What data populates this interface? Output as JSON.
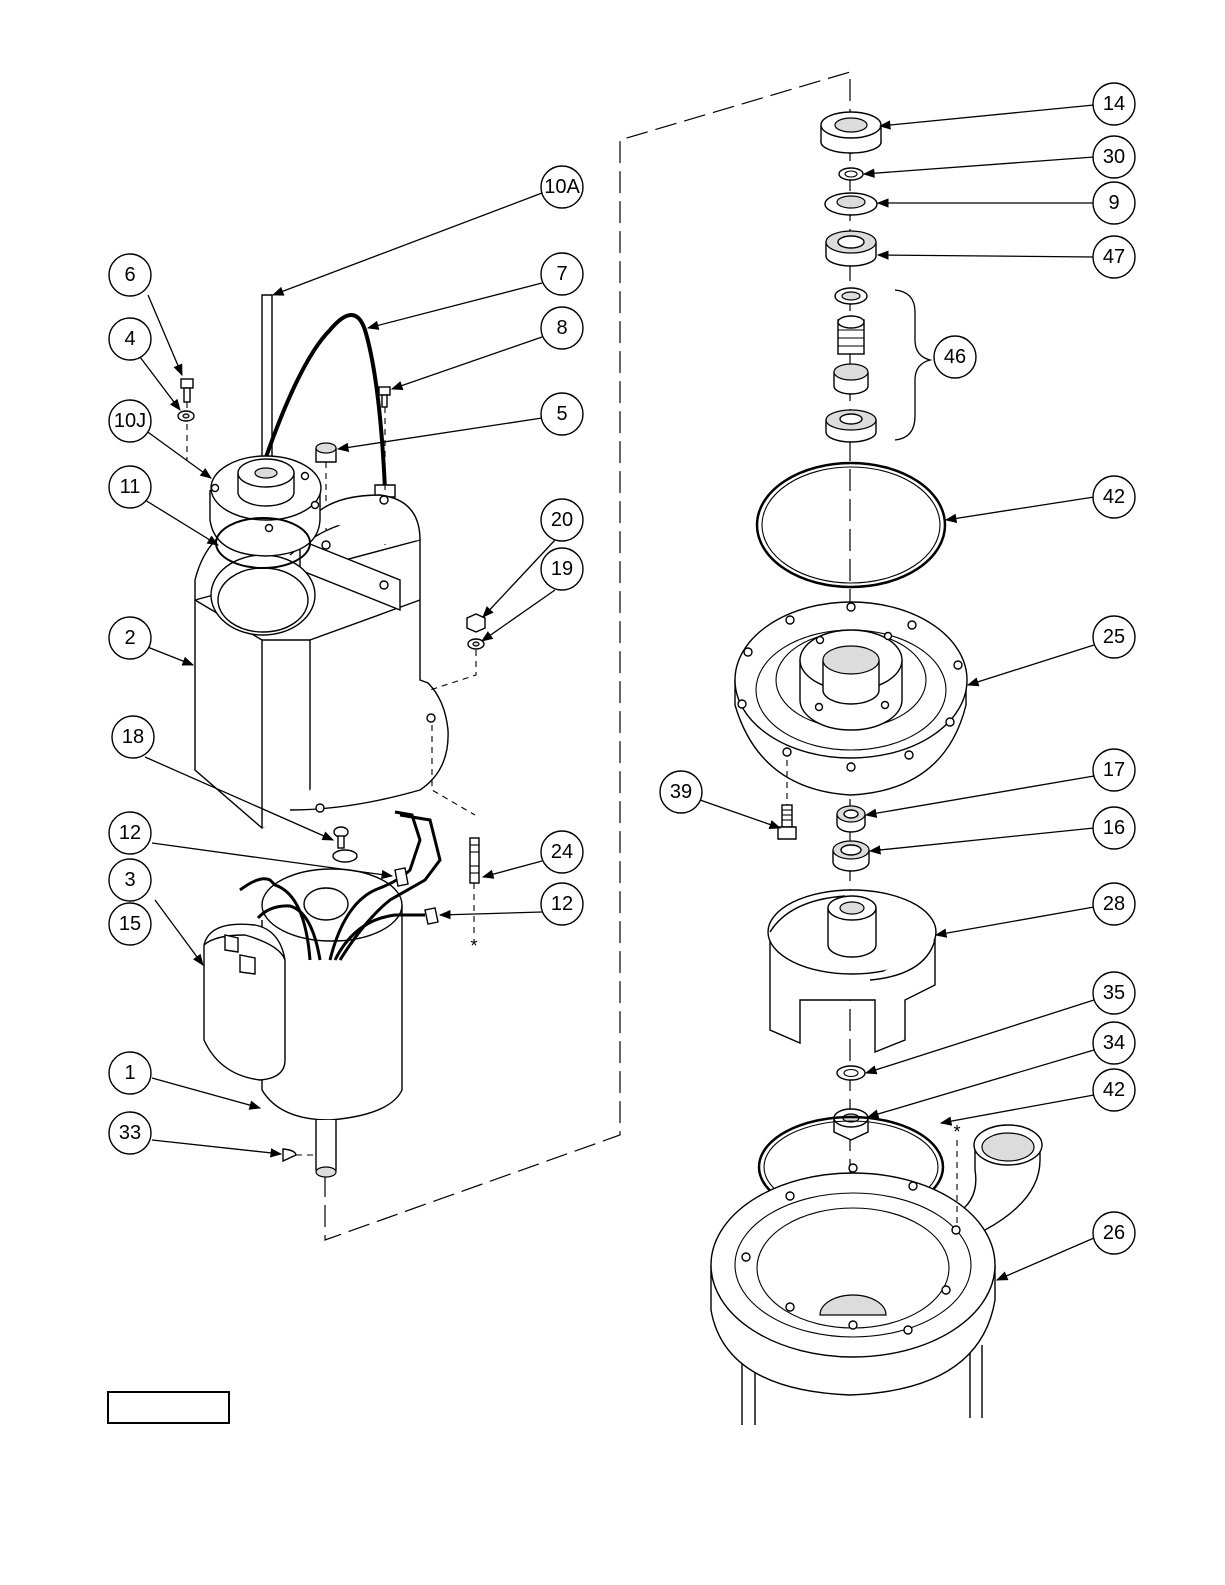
{
  "callouts": [
    {
      "id": "c-14",
      "label": "14"
    },
    {
      "id": "c-30",
      "label": "30"
    },
    {
      "id": "c-9",
      "label": "9"
    },
    {
      "id": "c-47",
      "label": "47"
    },
    {
      "id": "c-46",
      "label": "46"
    },
    {
      "id": "c-42a",
      "label": "42"
    },
    {
      "id": "c-25",
      "label": "25"
    },
    {
      "id": "c-17",
      "label": "17"
    },
    {
      "id": "c-39",
      "label": "39"
    },
    {
      "id": "c-16",
      "label": "16"
    },
    {
      "id": "c-28",
      "label": "28"
    },
    {
      "id": "c-35",
      "label": "35"
    },
    {
      "id": "c-34",
      "label": "34"
    },
    {
      "id": "c-42b",
      "label": "42"
    },
    {
      "id": "c-26",
      "label": "26"
    },
    {
      "id": "c-10A",
      "label": "10A"
    },
    {
      "id": "c-6",
      "label": "6"
    },
    {
      "id": "c-7",
      "label": "7"
    },
    {
      "id": "c-4",
      "label": "4"
    },
    {
      "id": "c-8",
      "label": "8"
    },
    {
      "id": "c-10J",
      "label": "10J"
    },
    {
      "id": "c-5",
      "label": "5"
    },
    {
      "id": "c-11",
      "label": "11"
    },
    {
      "id": "c-20",
      "label": "20"
    },
    {
      "id": "c-19",
      "label": "19"
    },
    {
      "id": "c-2",
      "label": "2"
    },
    {
      "id": "c-18",
      "label": "18"
    },
    {
      "id": "c-12a",
      "label": "12"
    },
    {
      "id": "c-24",
      "label": "24"
    },
    {
      "id": "c-3",
      "label": "3"
    },
    {
      "id": "c-15",
      "label": "15"
    },
    {
      "id": "c-12b",
      "label": "12"
    },
    {
      "id": "c-1",
      "label": "1"
    },
    {
      "id": "c-33",
      "label": "33"
    }
  ],
  "marks": {
    "asterisk_left": "*",
    "asterisk_right": "*"
  }
}
